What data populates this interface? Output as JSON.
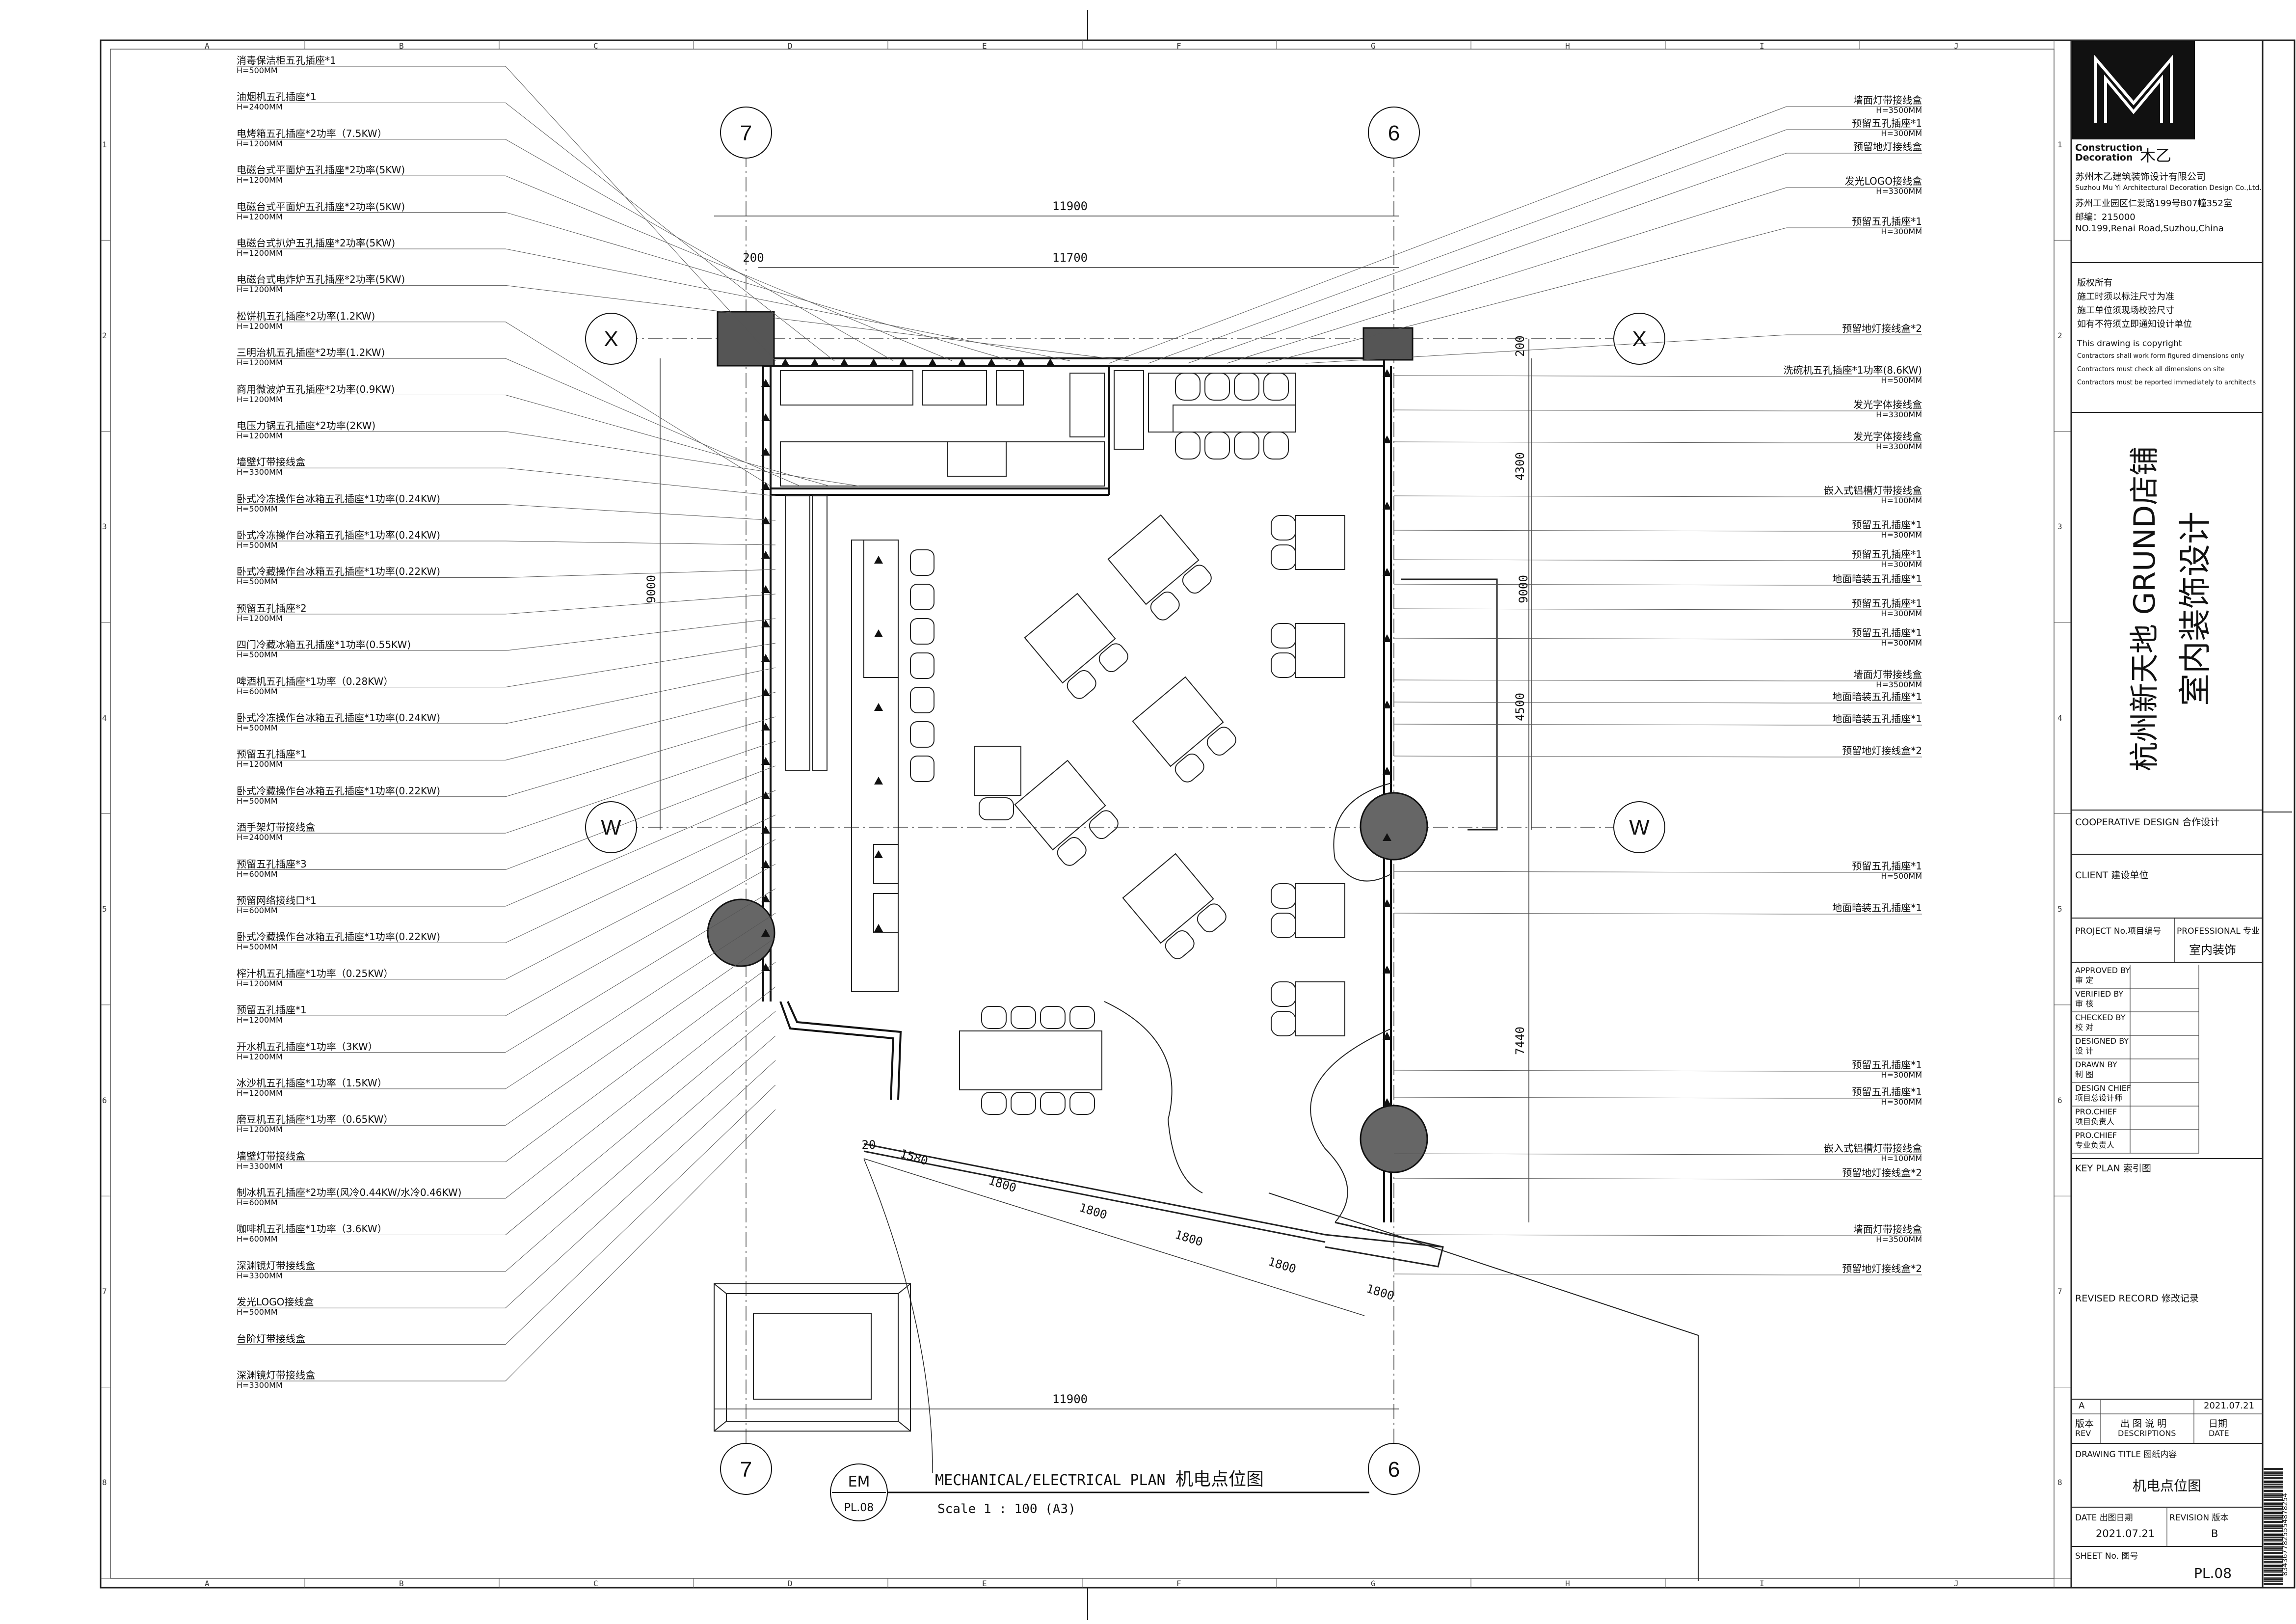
{
  "labels_left": [
    {
      "t": "消毒保洁柜五孔插座*1",
      "s": "H=500MM"
    },
    {
      "t": "油烟机五孔插座*1",
      "s": "H=2400MM"
    },
    {
      "t": "电烤箱五孔插座*2功率（7.5KW）",
      "s": "H=1200MM"
    },
    {
      "t": "电磁台式平面炉五孔插座*2功率(5KW)",
      "s": "H=1200MM"
    },
    {
      "t": "电磁台式平面炉五孔插座*2功率(5KW)",
      "s": "H=1200MM"
    },
    {
      "t": "电磁台式扒炉五孔插座*2功率(5KW)",
      "s": "H=1200MM"
    },
    {
      "t": "电磁台式电炸炉五孔插座*2功率(5KW)",
      "s": "H=1200MM"
    },
    {
      "t": "松饼机五孔插座*2功率(1.2KW)",
      "s": "H=1200MM"
    },
    {
      "t": "三明治机五孔插座*2功率(1.2KW)",
      "s": "H=1200MM"
    },
    {
      "t": "商用微波炉五孔插座*2功率(0.9KW)",
      "s": "H=1200MM"
    },
    {
      "t": "电压力锅五孔插座*2功率(2KW)",
      "s": "H=1200MM"
    },
    {
      "t": "墙壁灯带接线盒",
      "s": "H=3300MM"
    },
    {
      "t": "卧式冷冻操作台冰箱五孔插座*1功率(0.24KW)",
      "s": "H=500MM"
    },
    {
      "t": "卧式冷冻操作台冰箱五孔插座*1功率(0.24KW)",
      "s": "H=500MM"
    },
    {
      "t": "卧式冷藏操作台冰箱五孔插座*1功率(0.22KW)",
      "s": "H=500MM"
    },
    {
      "t": "预留五孔插座*2",
      "s": "H=1200MM"
    },
    {
      "t": "四门冷藏冰箱五孔插座*1功率(0.55KW)",
      "s": "H=500MM"
    },
    {
      "t": "啤酒机五孔插座*1功率（0.28KW）",
      "s": "H=600MM"
    },
    {
      "t": "卧式冷冻操作台冰箱五孔插座*1功率(0.24KW)",
      "s": "H=500MM"
    },
    {
      "t": "预留五孔插座*1",
      "s": "H=1200MM"
    },
    {
      "t": "卧式冷藏操作台冰箱五孔插座*1功率(0.22KW)",
      "s": "H=500MM"
    },
    {
      "t": "酒手架灯带接线盒",
      "s": "H=2400MM"
    },
    {
      "t": "预留五孔插座*3",
      "s": "H=600MM"
    },
    {
      "t": "预留网络接线口*1",
      "s": "H=600MM"
    },
    {
      "t": "卧式冷藏操作台冰箱五孔插座*1功率(0.22KW)",
      "s": "H=500MM"
    },
    {
      "t": "榨汁机五孔插座*1功率（0.25KW）",
      "s": "H=1200MM"
    },
    {
      "t": "预留五孔插座*1",
      "s": "H=1200MM"
    },
    {
      "t": "开水机五孔插座*1功率（3KW）",
      "s": "H=1200MM"
    },
    {
      "t": "冰沙机五孔插座*1功率（1.5KW）",
      "s": "H=1200MM"
    },
    {
      "t": "磨豆机五孔插座*1功率（0.65KW）",
      "s": "H=1200MM"
    },
    {
      "t": "墙壁灯带接线盒",
      "s": "H=3300MM"
    },
    {
      "t": "制冰机五孔插座*2功率(风冷0.44KW/水冷0.46KW)",
      "s": "H=600MM"
    },
    {
      "t": "咖啡机五孔插座*1功率（3.6KW）",
      "s": "H=600MM"
    },
    {
      "t": "深渊镜灯带接线盒",
      "s": "H=3300MM"
    },
    {
      "t": "发光LOGO接线盒",
      "s": "H=500MM"
    },
    {
      "t": "台阶灯带接线盒",
      "s": ""
    },
    {
      "t": "深渊镜灯带接线盒",
      "s": "H=3300MM"
    }
  ],
  "labels_right": [
    {
      "t": "墙面灯带接线盒",
      "s": "H=3500MM"
    },
    {
      "t": "预留五孔插座*1",
      "s": "H=300MM"
    },
    {
      "t": "预留地灯接线盒",
      "s": ""
    },
    {
      "t": "发光LOGO接线盒",
      "s": "H=3300MM"
    },
    {
      "t": "预留五孔插座*1",
      "s": "H=300MM"
    },
    {
      "t": "预留地灯接线盒*2",
      "s": ""
    },
    {
      "t": "洗碗机五孔插座*1功率(8.6KW)",
      "s": "H=500MM"
    },
    {
      "t": "发光字体接线盒",
      "s": "H=3300MM"
    },
    {
      "t": "发光字体接线盒",
      "s": "H=3300MM"
    },
    {
      "t": "嵌入式铝槽灯带接线盒",
      "s": "H=100MM"
    },
    {
      "t": "预留五孔插座*1",
      "s": "H=300MM"
    },
    {
      "t": "预留五孔插座*1",
      "s": "H=300MM"
    },
    {
      "t": "地面暗装五孔插座*1",
      "s": ""
    },
    {
      "t": "预留五孔插座*1",
      "s": "H=300MM"
    },
    {
      "t": "预留五孔插座*1",
      "s": "H=300MM"
    },
    {
      "t": "墙面灯带接线盒",
      "s": "H=3500MM"
    },
    {
      "t": "地面暗装五孔插座*1",
      "s": ""
    },
    {
      "t": "地面暗装五孔插座*1",
      "s": ""
    },
    {
      "t": "预留地灯接线盒*2",
      "s": ""
    },
    {
      "t": "预留五孔插座*1",
      "s": "H=500MM"
    },
    {
      "t": "地面暗装五孔插座*1",
      "s": ""
    },
    {
      "t": "预留五孔插座*1",
      "s": "H=300MM"
    },
    {
      "t": "预留五孔插座*1",
      "s": "H=300MM"
    },
    {
      "t": "嵌入式铝槽灯带接线盒",
      "s": "H=100MM"
    },
    {
      "t": "预留地灯接线盒*2",
      "s": ""
    },
    {
      "t": "墙面灯带接线盒",
      "s": "H=3500MM"
    },
    {
      "t": "预留地灯接线盒*2",
      "s": ""
    }
  ],
  "axes": {
    "c7": "7",
    "c6": "6",
    "rX": "X",
    "rW": "W"
  },
  "dims": {
    "top_total": "11900",
    "top_inner": "11700",
    "top_offset": "200",
    "bottom_total": "11900",
    "left_9000": "9000",
    "right_9000": "9000",
    "r_200": "200",
    "r_4300": "4300",
    "r_4500": "4500",
    "r_7440": "7440",
    "seg_1580": "1580",
    "seg_1800a": "1800",
    "seg_1800b": "1800",
    "seg_1800c": "1800",
    "seg_1800d": "1800",
    "seg_1800e": "1800",
    "seg_20": "20"
  },
  "grid": {
    "cols": [
      "A",
      "B",
      "C",
      "D",
      "E",
      "F",
      "G",
      "H",
      "I",
      "J"
    ],
    "rows": [
      "1",
      "2",
      "3",
      "4",
      "5",
      "6",
      "7",
      "8"
    ]
  },
  "title_block": {
    "logo_en1": "Construction",
    "logo_en2": "Decoration",
    "logo_cn": "木乙",
    "company_cn": "苏州木乙建筑装饰设计有限公司",
    "company_en": "Suzhou Mu Yi Architectural Decoration Design Co.,Ltd.",
    "address_cn": "苏州工业园区仁爱路199号B07幢352室",
    "postcode": "邮编：215000",
    "address_en": "NO.199,Renai Road,Suzhou,China",
    "notes_cn": [
      "版权所有",
      "施工时须以标注尺寸为准",
      "施工单位须现场校验尺寸",
      "如有不符须立即通知设计单位"
    ],
    "notes_en": [
      "This drawing is copyright",
      "Contractors shall work form figured dimensions only",
      "Contractors must check all dimensions on site",
      "Contractors must be reported immediately to architects"
    ],
    "project_line1": "杭州新天地 GRUND店铺",
    "project_line2": "室内装饰设计",
    "cooperative": "COOPERATIVE DESIGN 合作设计",
    "client": "CLIENT 建设单位",
    "project_no": "PROJECT No.项目编号",
    "professional": "PROFESSIONAL 专业",
    "professional_val": "室内装饰",
    "approvals": [
      {
        "en": "APPROVED BY",
        "cn": "审 定"
      },
      {
        "en": "VERIFIED BY",
        "cn": "审 核"
      },
      {
        "en": "CHECKED BY",
        "cn": "校 对"
      },
      {
        "en": "DESIGNED BY",
        "cn": "设 计"
      },
      {
        "en": "DRAWN BY",
        "cn": "制 图"
      },
      {
        "en": "DESIGN CHIEF",
        "cn": "项目总设计师"
      },
      {
        "en": "PRO.CHIEF",
        "cn": "项目负责人"
      },
      {
        "en": "PRO.CHIEF",
        "cn": "专业负责人"
      }
    ],
    "key_plan": "KEY PLAN 索引图",
    "revised": "REVISED RECORD 修改记录",
    "rev_letter": "A",
    "rev_date": "2021.07.21",
    "rev_hdr_cn1": "版本",
    "rev_hdr_en1": "REV",
    "rev_hdr_cn2": "出 图 说 明",
    "rev_hdr_en2": "DESCRIPTIONS",
    "rev_hdr_cn3": "日期",
    "rev_hdr_en3": "DATE",
    "drawing_title_label": "DRAWING TITLE 图纸内容",
    "drawing_title": "机电点位图",
    "date_label": "DATE 出图日期",
    "revision_label": "REVISION 版本",
    "date_val": "2021.07.21",
    "revision_val": "B",
    "sheet_label": "SHEET No. 图号",
    "sheet_val": "PL.08",
    "side_code": "8343677825554878254"
  },
  "plan_title": {
    "tag_top": "EM",
    "tag_bottom": "PL.08",
    "title_en": "MECHANICAL/ELECTRICAL PLAN",
    "title_cn": "机电点位图",
    "scale": "Scale 1 :  100 (A3)"
  }
}
